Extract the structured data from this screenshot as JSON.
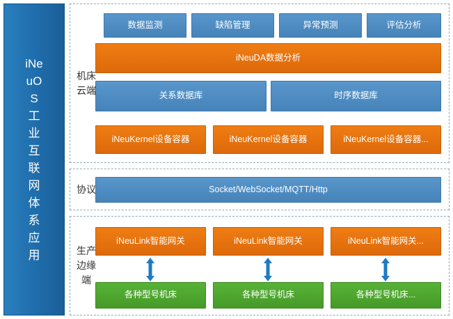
{
  "left_bar": {
    "title": "iNeuOS工业互联网体系应用"
  },
  "sections": [
    {
      "name": "cloud",
      "label": "机床云端",
      "top_boxes": [
        {
          "label": "数据监测"
        },
        {
          "label": "缺陷管理"
        },
        {
          "label": "异常预测"
        },
        {
          "label": "评估分析"
        }
      ],
      "analysis_box": {
        "label": "iNeuDA数据分析"
      },
      "db_boxes": [
        {
          "label": "关系数据库"
        },
        {
          "label": "时序数据库"
        }
      ],
      "container_boxes": [
        {
          "label": "iNeuKernel设备容器"
        },
        {
          "label": "iNeuKernel设备容器"
        },
        {
          "label": "iNeuKernel设备容器..."
        }
      ]
    },
    {
      "name": "protocol",
      "label": "协议",
      "protocol_box": {
        "label": "Socket/WebSocket/MQTT/Http"
      }
    },
    {
      "name": "edge",
      "label": "生产边缘端",
      "gateway_boxes": [
        {
          "label": "iNeuLink智能网关"
        },
        {
          "label": "iNeuLink智能网关"
        },
        {
          "label": "iNeuLink智能网关..."
        }
      ],
      "machine_boxes": [
        {
          "label": "各种型号机床"
        },
        {
          "label": "各种型号机床"
        },
        {
          "label": "各种型号机床..."
        }
      ],
      "arrows": [
        {
          "name": "double-arrow-icon"
        },
        {
          "name": "double-arrow-icon"
        },
        {
          "name": "double-arrow-icon"
        }
      ]
    }
  ],
  "colors": {
    "blue": "#4a89c0",
    "orange": "#e2720f",
    "green": "#4ea72e",
    "left_bar": "#1f6fad",
    "arrow": "#1f7ac4"
  }
}
